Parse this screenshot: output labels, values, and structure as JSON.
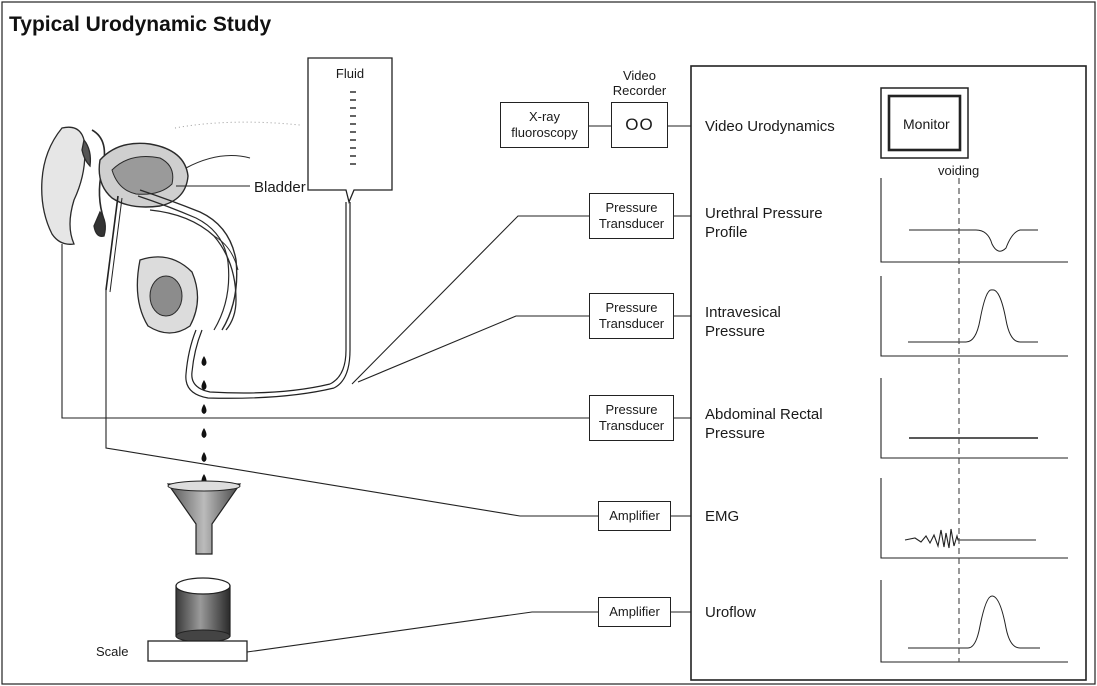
{
  "title": "Typical Urodynamic Study",
  "labels": {
    "fluid": "Fluid",
    "bladder": "Bladder",
    "scale": "Scale",
    "xray": "X-ray fluoroscopy",
    "video_recorder": "Video Recorder",
    "video_symbol": "OO",
    "voiding": "voiding",
    "monitor": "Monitor"
  },
  "instruments": [
    {
      "label": "Pressure Transducer"
    },
    {
      "label": "Pressure Transducer"
    },
    {
      "label": "Pressure Transducer"
    },
    {
      "label": "Amplifier"
    },
    {
      "label": "Amplifier"
    }
  ],
  "measurements": [
    {
      "label": "Video Urodynamics"
    },
    {
      "label": "Urethral Pressure Profile"
    },
    {
      "label": "Intravesical Pressure"
    },
    {
      "label": "Abdominal Rectal Pressure"
    },
    {
      "label": "EMG"
    },
    {
      "label": "Uroflow"
    }
  ],
  "colors": {
    "line": "#222222",
    "dashed": "#444444"
  }
}
